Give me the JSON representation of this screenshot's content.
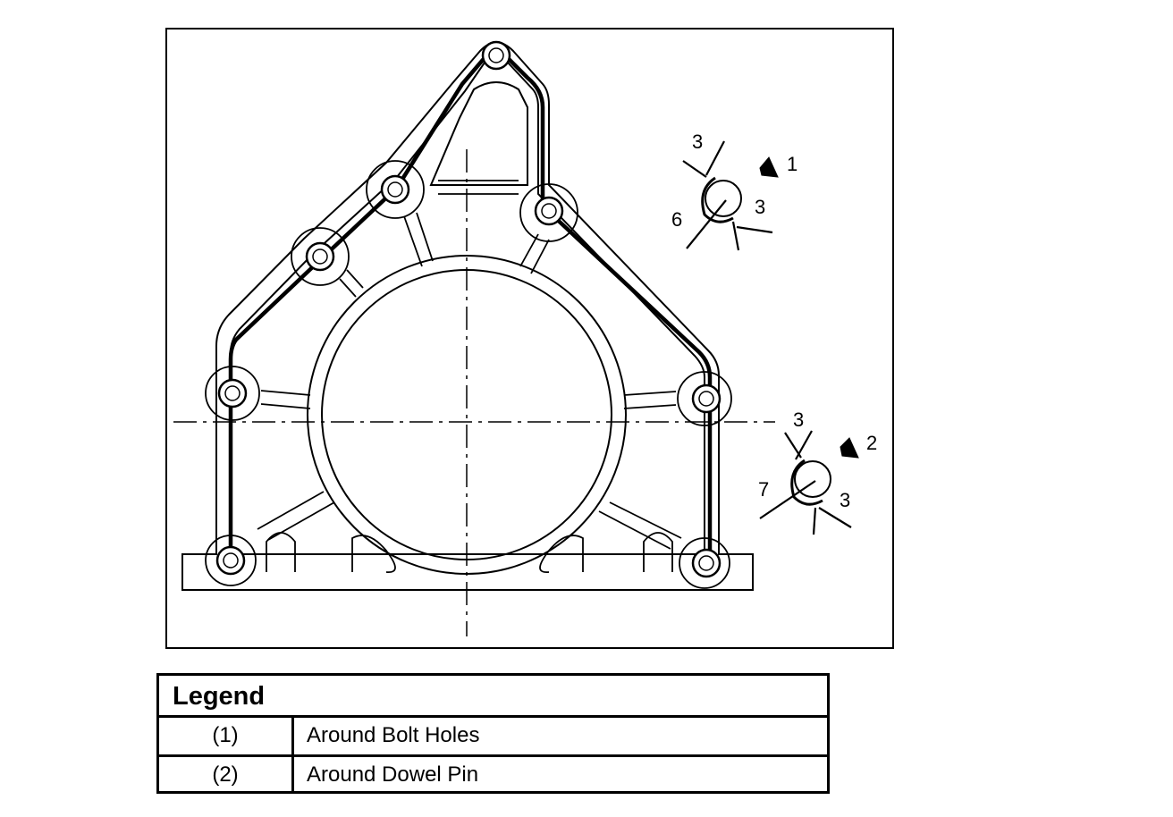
{
  "diagram": {
    "callouts": {
      "item1": {
        "index": "1",
        "top": "3",
        "right": "3",
        "left": "6"
      },
      "item2": {
        "index": "2",
        "top": "3",
        "right": "3",
        "left": "7"
      }
    }
  },
  "legend": {
    "title": "Legend",
    "rows": [
      {
        "num": "(1)",
        "desc": "Around Bolt Holes"
      },
      {
        "num": "(2)",
        "desc": "Around Dowel Pin"
      }
    ]
  }
}
